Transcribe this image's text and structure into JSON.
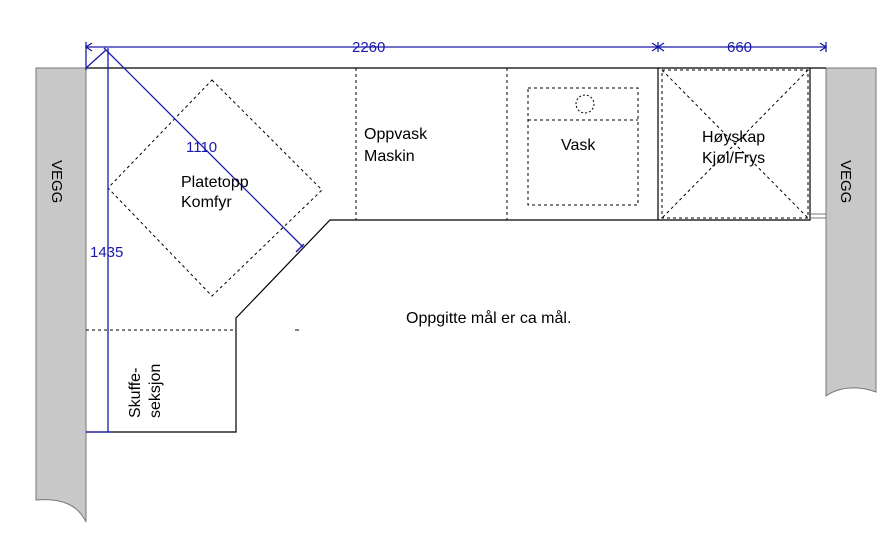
{
  "walls": {
    "left_label": "VEGG",
    "right_label": "VEGG"
  },
  "dimensions": {
    "top_left": "2260",
    "top_right": "660",
    "diagonal": "1110",
    "vertical": "1435"
  },
  "zones": {
    "cooktop": [
      "Platetopp",
      "Komfyr"
    ],
    "dishwasher": [
      "Oppvask",
      "Maskin"
    ],
    "sink": "Vask",
    "tall_cabinet": [
      "Høyskap",
      "Kjøl/Frys"
    ],
    "drawers": [
      "Skuffe-",
      "seksjon"
    ]
  },
  "note": "Oppgitte mål er ca mål.",
  "colors": {
    "wall_fill": "#c8c8c8",
    "dimension_line": "#1a1aaa",
    "outline": "#000000"
  }
}
